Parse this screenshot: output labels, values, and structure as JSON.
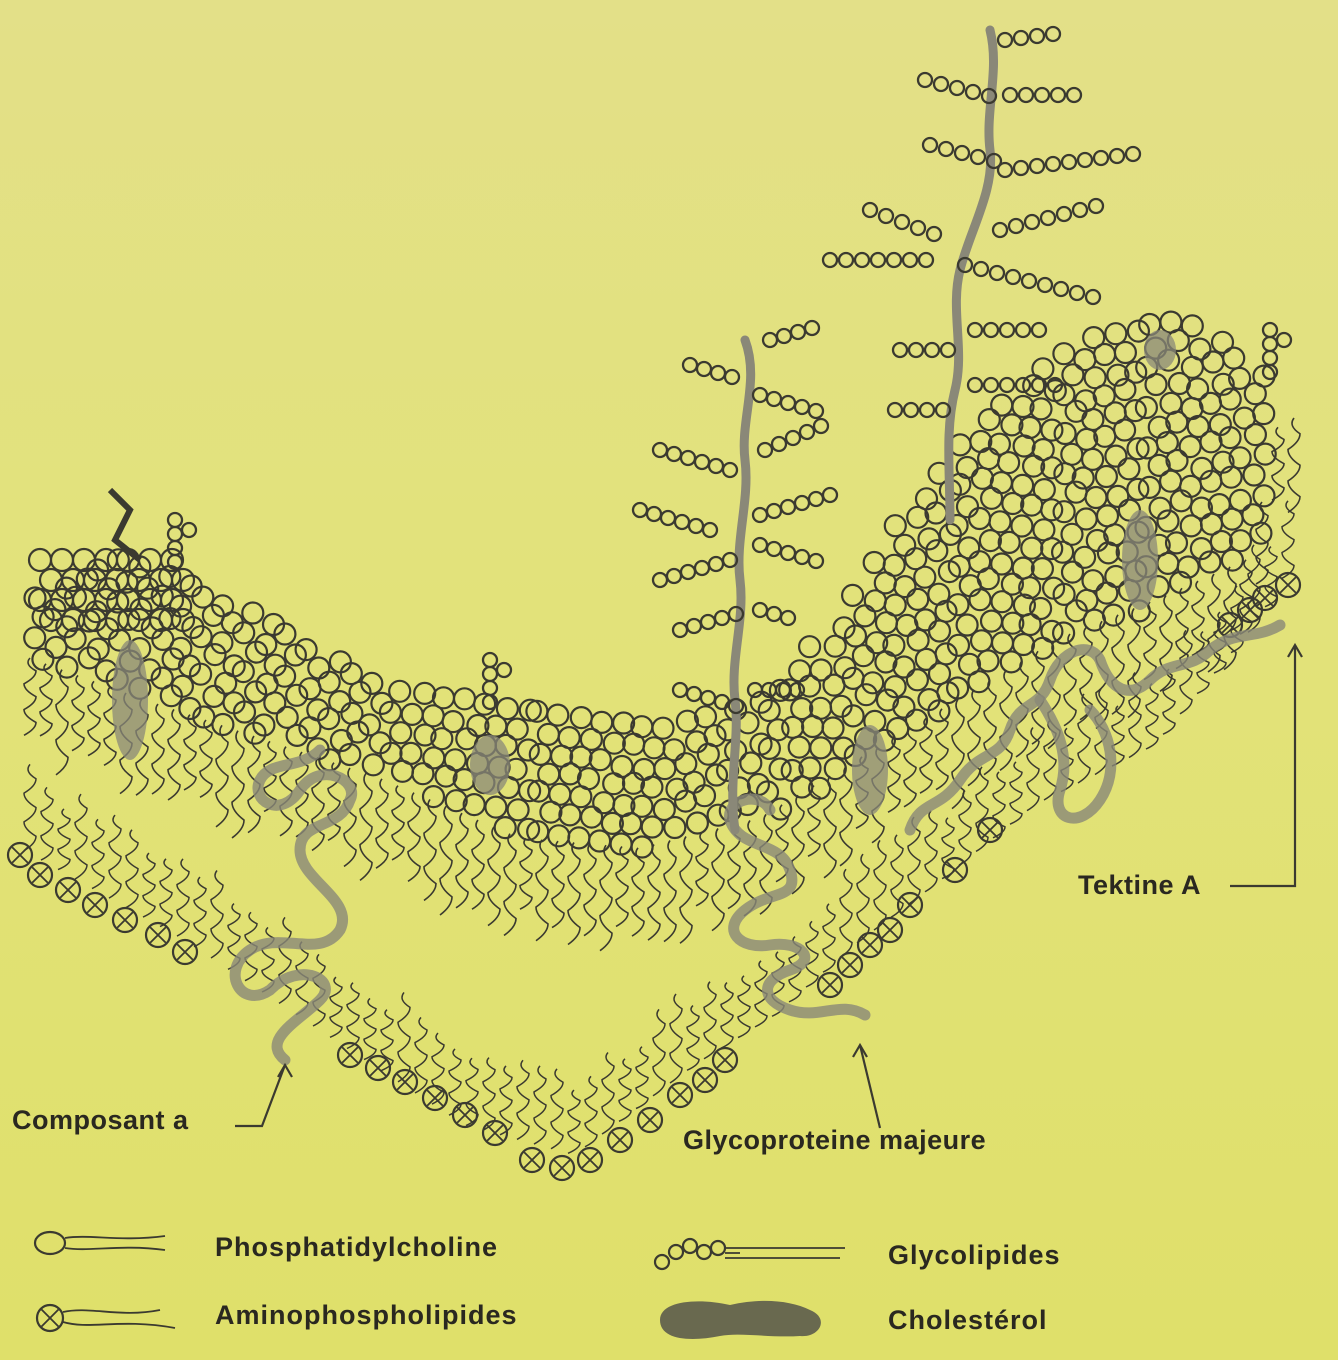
{
  "labels": {
    "composant_a": "Composant a",
    "glycoproteine": "Glycoproteine majeure",
    "tektine": "Tektine A"
  },
  "legend": {
    "phosphatidylcholine": "Phosphatidylcholine",
    "aminophospholipides": "Aminophospholipides",
    "glycolipides": "Glycolipides",
    "cholesterol": "Cholestérol"
  },
  "colors": {
    "background": "#e2e07a",
    "ink": "#3b3a30",
    "shading": "#8a8878"
  }
}
